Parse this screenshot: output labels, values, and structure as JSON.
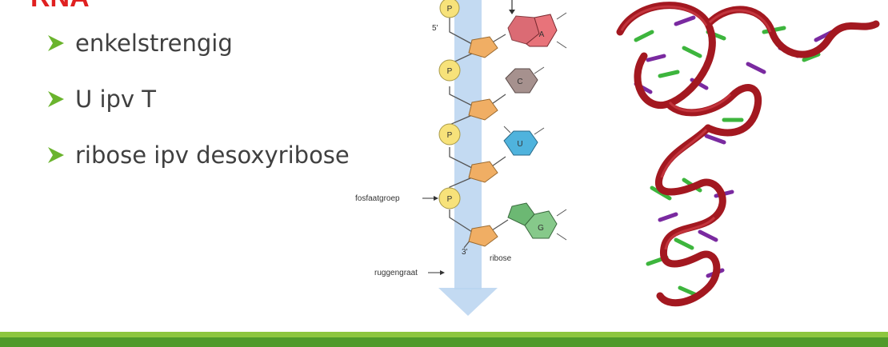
{
  "slide": {
    "title": "RNA",
    "bullets": [
      {
        "text": "enkelstrengig"
      },
      {
        "text": "U ipv T"
      },
      {
        "text": "ribose ipv desoxyribose"
      }
    ]
  },
  "diagram": {
    "phosphate_label": "P",
    "prime5": "5'",
    "prime3": "3'",
    "bases": [
      "A",
      "C",
      "U",
      "G"
    ],
    "label_phosphate_group": "fosfaatgroep",
    "label_ribose": "ribose",
    "label_backbone": "ruggengraat"
  },
  "colors": {
    "title": "#e02020",
    "bullet_arrow": "#6ab42d",
    "base_A": "#e8737a",
    "base_C": "#a6918e",
    "base_U": "#4fb3dd",
    "base_G": "#86c98a",
    "phosphate": "#f7e27a",
    "sugar": "#f0ae64",
    "backbone_arrow": "#b8d4f0",
    "trna_ribbon": "#a31820"
  }
}
